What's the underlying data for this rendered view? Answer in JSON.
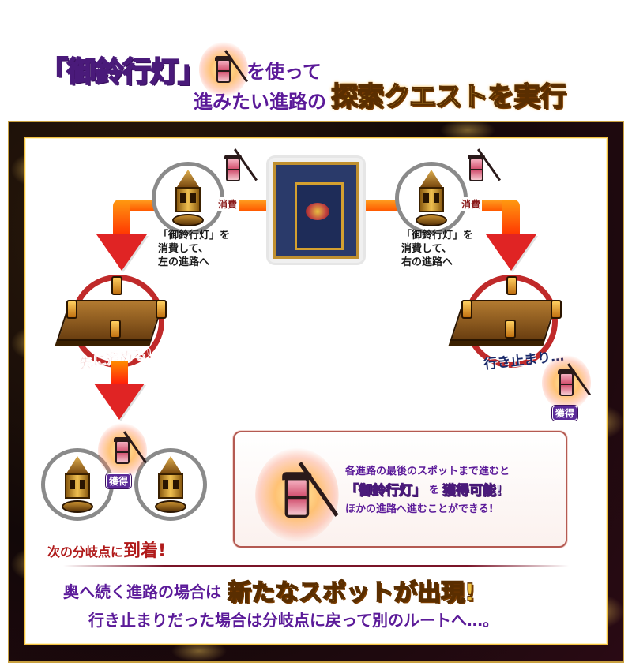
{
  "header": {
    "line1_title": "「御鈴行灯」",
    "line1_suffix": "を使って",
    "line2_prefix": "進みたい進路の",
    "line2_highlight": "探索クエストを実行",
    "lantern_icon": "paper-lantern-icon"
  },
  "diagram": {
    "center_icon": "shrine-door-icon",
    "left_branch": {
      "badge": "消費",
      "caption_lines": [
        "「御鈴行灯」を",
        "消費して、",
        "左の進路へ"
      ],
      "result_label": "先に進める!",
      "result_badge": "獲得",
      "arrival_prefix": "次の分岐点に",
      "arrival_highlight": "到着!"
    },
    "right_branch": {
      "badge": "消費",
      "caption_lines": [
        "「御鈴行灯」を",
        "消費して、",
        "右の進路へ"
      ],
      "result_label": "行き止まり…",
      "result_badge": "獲得"
    }
  },
  "info_box": {
    "line1": "各進路の最後のスポットまで進むと",
    "line2_item": "「御鈴行灯」",
    "line2_mid": "を",
    "line2_highlight": "獲得可能!",
    "line3": "ほかの進路へ進むことができる!"
  },
  "footer": {
    "line1_prefix": "奥へ続く進路の場合は",
    "line1_highlight": "新たなスポットが出現!",
    "line2": "行き止まりだった場合は分岐点に戻って別のルートへ…。"
  },
  "colors": {
    "purple_text": "#5b1a99",
    "gold_text": "#f0c040",
    "arrow_red": "#e02424",
    "pipe_orange": "#ff7a00",
    "advance_red": "#c01a1a",
    "deadend_navy": "#1a2a6a",
    "frame_gold": "#f2c040"
  }
}
